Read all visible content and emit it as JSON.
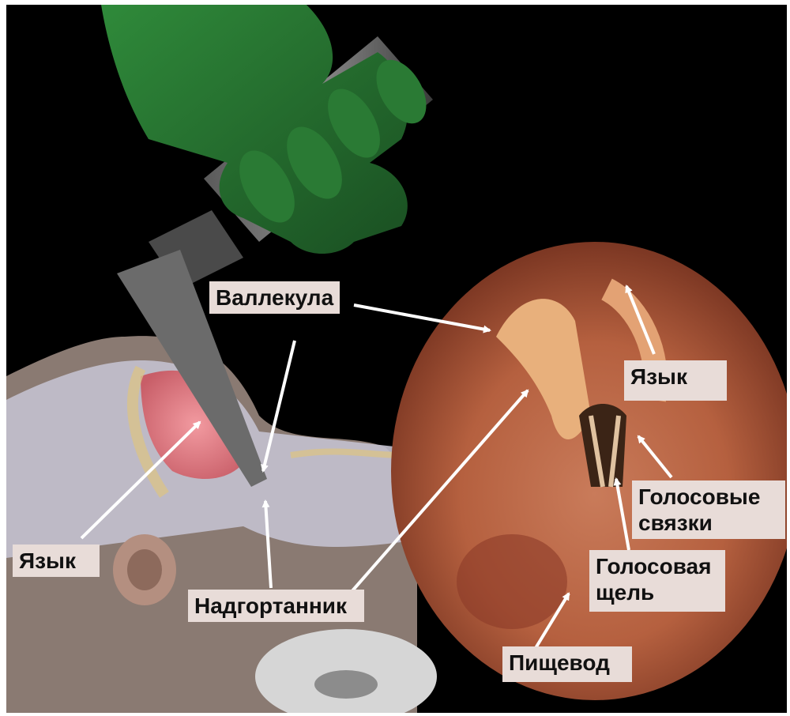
{
  "labels": {
    "vallecula": "Валлекула",
    "tongue_left": "Язык",
    "epiglottis": "Надгортанник",
    "tongue_right": "Язык",
    "vocal_cords_line1": "Голосовые",
    "vocal_cords_line2": "связки",
    "glottis_line1": "Голосовая",
    "glottis_line2": "щель",
    "esophagus": "Пищевод"
  },
  "colors": {
    "background": "#000000",
    "label_box": "#e8dcd8",
    "glove": "#2e7d32",
    "arrow": "#ffffff"
  }
}
